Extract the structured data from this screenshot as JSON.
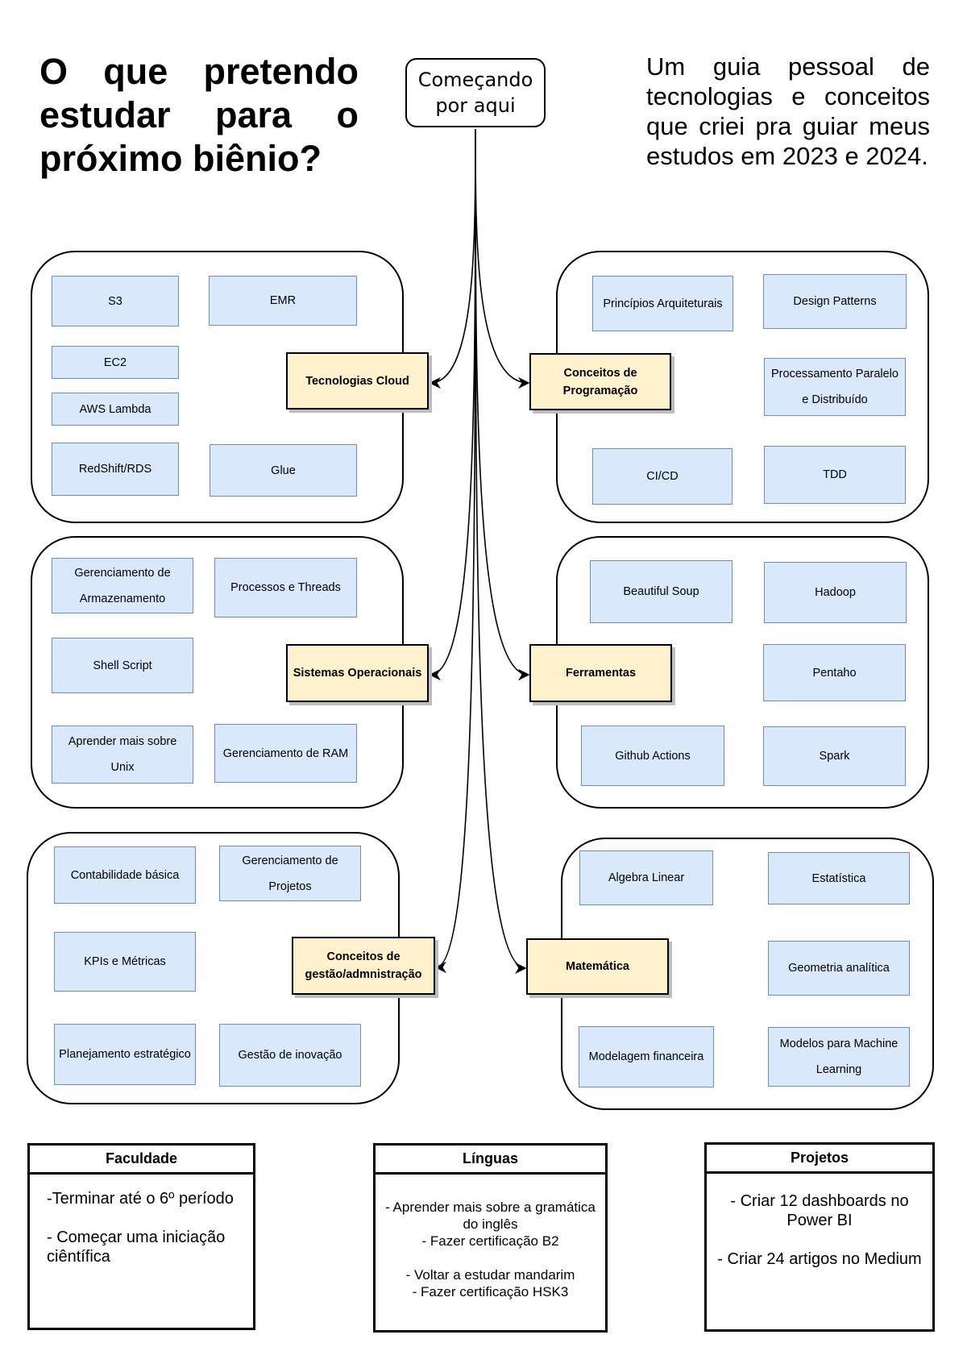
{
  "title": "O que pretendo estudar para o próximo biênio?",
  "subtitle": "Um guia pessoal de tecnologias e conceitos que criei pra guiar meus estudos em 2023 e 2024.",
  "start": {
    "label": "Começando\npor aqui"
  },
  "groups": [
    {
      "category": "Tecnologias Cloud",
      "items": [
        "S3",
        "EMR",
        "EC2",
        "AWS Lambda",
        "RedShift/RDS",
        "Glue"
      ]
    },
    {
      "category": "Conceitos de Programação",
      "items": [
        "Princípios Arquiteturais",
        "Design Patterns",
        "Processamento Paralelo e Distribuído",
        "CI/CD",
        "TDD"
      ]
    },
    {
      "category": "Sistemas Operacionais",
      "items": [
        "Gerenciamento de Armazenamento",
        "Processos e Threads",
        "Shell Script",
        "Aprender mais sobre Unix",
        "Gerenciamento de RAM"
      ]
    },
    {
      "category": "Ferramentas",
      "items": [
        "Beautiful Soup",
        "Hadoop",
        "Pentaho",
        "Github Actions",
        "Spark"
      ]
    },
    {
      "category": "Conceitos de gestão/admnistração",
      "items": [
        "Contabilidade básica",
        "Gerenciamento de Projetos",
        "KPIs e Métricas",
        "Planejamento estratégico",
        "Gestão de inovação"
      ]
    },
    {
      "category": "Matemática",
      "items": [
        "Algebra Linear",
        "Estatística",
        "Geometria analítica",
        "Modelagem financeira",
        "Modelos para Machine Learning"
      ]
    }
  ],
  "boxes": [
    {
      "title": "Faculdade",
      "body": "-Terminar até o 6º período\n\n- Começar uma iniciação ciêntífica"
    },
    {
      "title": "Línguas",
      "body": "- Aprender mais sobre a gramática do inglês\n- Fazer certificação B2\n\n- Voltar a estudar mandarim\n- Fazer certificação HSK3"
    },
    {
      "title": "Projetos",
      "body": "- Criar 12 dashboards no Power BI\n\n- Criar 24 artigos no Medium"
    }
  ],
  "colors": {
    "item_fill": "#dae8fc",
    "item_border": "#6c8ebf",
    "category_fill": "#fff2cc"
  }
}
